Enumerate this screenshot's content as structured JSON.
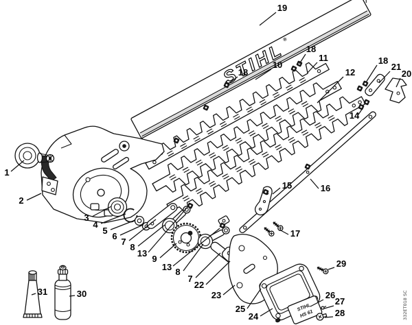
{
  "figure": {
    "brand_logo": "STIHL",
    "brand_reg": "®",
    "model_plate_line1": "STIHL",
    "model_plate_line2": "HS 61",
    "doc_code": "332ET018 SC",
    "background_color": "#ffffff",
    "line_color": "#111111"
  },
  "callouts": [
    {
      "n": "19",
      "t": [
        411,
        16
      ],
      "l": [
        402,
        18,
        378,
        37
      ]
    },
    {
      "n": "10",
      "t": [
        404,
        99
      ],
      "l": [
        395,
        101,
        372,
        116
      ]
    },
    {
      "n": "18",
      "t": [
        354,
        110
      ],
      "l": [
        346,
        112,
        331,
        123
      ]
    },
    {
      "n": "11",
      "t": [
        471,
        89
      ],
      "l": [
        462,
        91,
        448,
        106
      ]
    },
    {
      "n": "18",
      "t": [
        453,
        76
      ],
      "l": [
        445,
        79,
        436,
        93
      ]
    },
    {
      "n": "12",
      "t": [
        510,
        110
      ],
      "l": [
        500,
        112,
        462,
        150
      ]
    },
    {
      "n": "18",
      "t": [
        558,
        93
      ],
      "l": [
        549,
        95,
        533,
        120
      ]
    },
    {
      "n": "21",
      "t": [
        577,
        102
      ],
      "l": [
        568,
        104,
        552,
        121
      ]
    },
    {
      "n": "20",
      "t": [
        592,
        112
      ],
      "l": [
        583,
        114,
        577,
        127
      ]
    },
    {
      "n": "14",
      "t": [
        516,
        173
      ],
      "l": [
        522,
        167,
        528,
        158
      ]
    },
    {
      "n": "15",
      "t": [
        418,
        275
      ],
      "l": [
        408,
        274,
        397,
        283
      ]
    },
    {
      "n": "16",
      "t": [
        474,
        279
      ],
      "l": [
        464,
        275,
        452,
        261
      ]
    },
    {
      "n": "17",
      "t": [
        430,
        345
      ],
      "l": [
        420,
        342,
        407,
        335
      ]
    },
    {
      "n": "29",
      "t": [
        497,
        389
      ],
      "l": [
        487,
        390,
        478,
        393
      ]
    },
    {
      "n": "1",
      "t": [
        10,
        256
      ],
      "l": [
        16,
        250,
        35,
        234
      ]
    },
    {
      "n": "2",
      "t": [
        31,
        297
      ],
      "l": [
        39,
        292,
        60,
        282
      ]
    },
    {
      "n": "3",
      "t": [
        126,
        322
      ],
      "l": [
        134,
        316,
        162,
        301
      ]
    },
    {
      "n": "4",
      "t": [
        139,
        332
      ],
      "l": [
        147,
        326,
        183,
        312
      ]
    },
    {
      "n": "5",
      "t": [
        153,
        341
      ],
      "l": [
        161,
        335,
        197,
        321
      ]
    },
    {
      "n": "6",
      "t": [
        167,
        349
      ],
      "l": [
        175,
        343,
        208,
        328
      ]
    },
    {
      "n": "7",
      "t": [
        180,
        357
      ],
      "l": [
        188,
        351,
        227,
        320
      ]
    },
    {
      "n": "8",
      "t": [
        193,
        365
      ],
      "l": [
        201,
        359,
        240,
        328
      ]
    },
    {
      "n": "13",
      "t": [
        207,
        374
      ],
      "l": [
        216,
        368,
        273,
        302
      ]
    },
    {
      "n": "9",
      "t": [
        225,
        382
      ],
      "l": [
        233,
        376,
        257,
        355
      ]
    },
    {
      "n": "13",
      "t": [
        243,
        394
      ],
      "l": [
        252,
        388,
        320,
        333
      ]
    },
    {
      "n": "8",
      "t": [
        259,
        401
      ],
      "l": [
        267,
        395,
        296,
        356
      ]
    },
    {
      "n": "7",
      "t": [
        277,
        411
      ],
      "l": [
        285,
        405,
        321,
        369
      ]
    },
    {
      "n": "22",
      "t": [
        290,
        420
      ],
      "l": [
        300,
        415,
        335,
        381
      ]
    },
    {
      "n": "23",
      "t": [
        315,
        435
      ],
      "l": [
        325,
        430,
        342,
        416
      ]
    },
    {
      "n": "25",
      "t": [
        350,
        455
      ],
      "l": [
        360,
        450,
        380,
        421
      ]
    },
    {
      "n": "24",
      "t": [
        369,
        466
      ],
      "l": [
        379,
        461,
        397,
        450
      ]
    },
    {
      "n": "26",
      "t": [
        481,
        435
      ],
      "l": [
        471,
        437,
        452,
        447
      ]
    },
    {
      "n": "27",
      "t": [
        495,
        444
      ],
      "l": [
        486,
        446,
        472,
        450
      ]
    },
    {
      "n": "28",
      "t": [
        495,
        461
      ],
      "l": [
        485,
        462,
        473,
        463
      ]
    },
    {
      "n": "30",
      "t": [
        119,
        433
      ],
      "l": [
        109,
        431,
        101,
        432
      ]
    },
    {
      "n": "31",
      "t": [
        62,
        430
      ],
      "l": [
        52,
        428,
        46,
        430
      ]
    }
  ]
}
